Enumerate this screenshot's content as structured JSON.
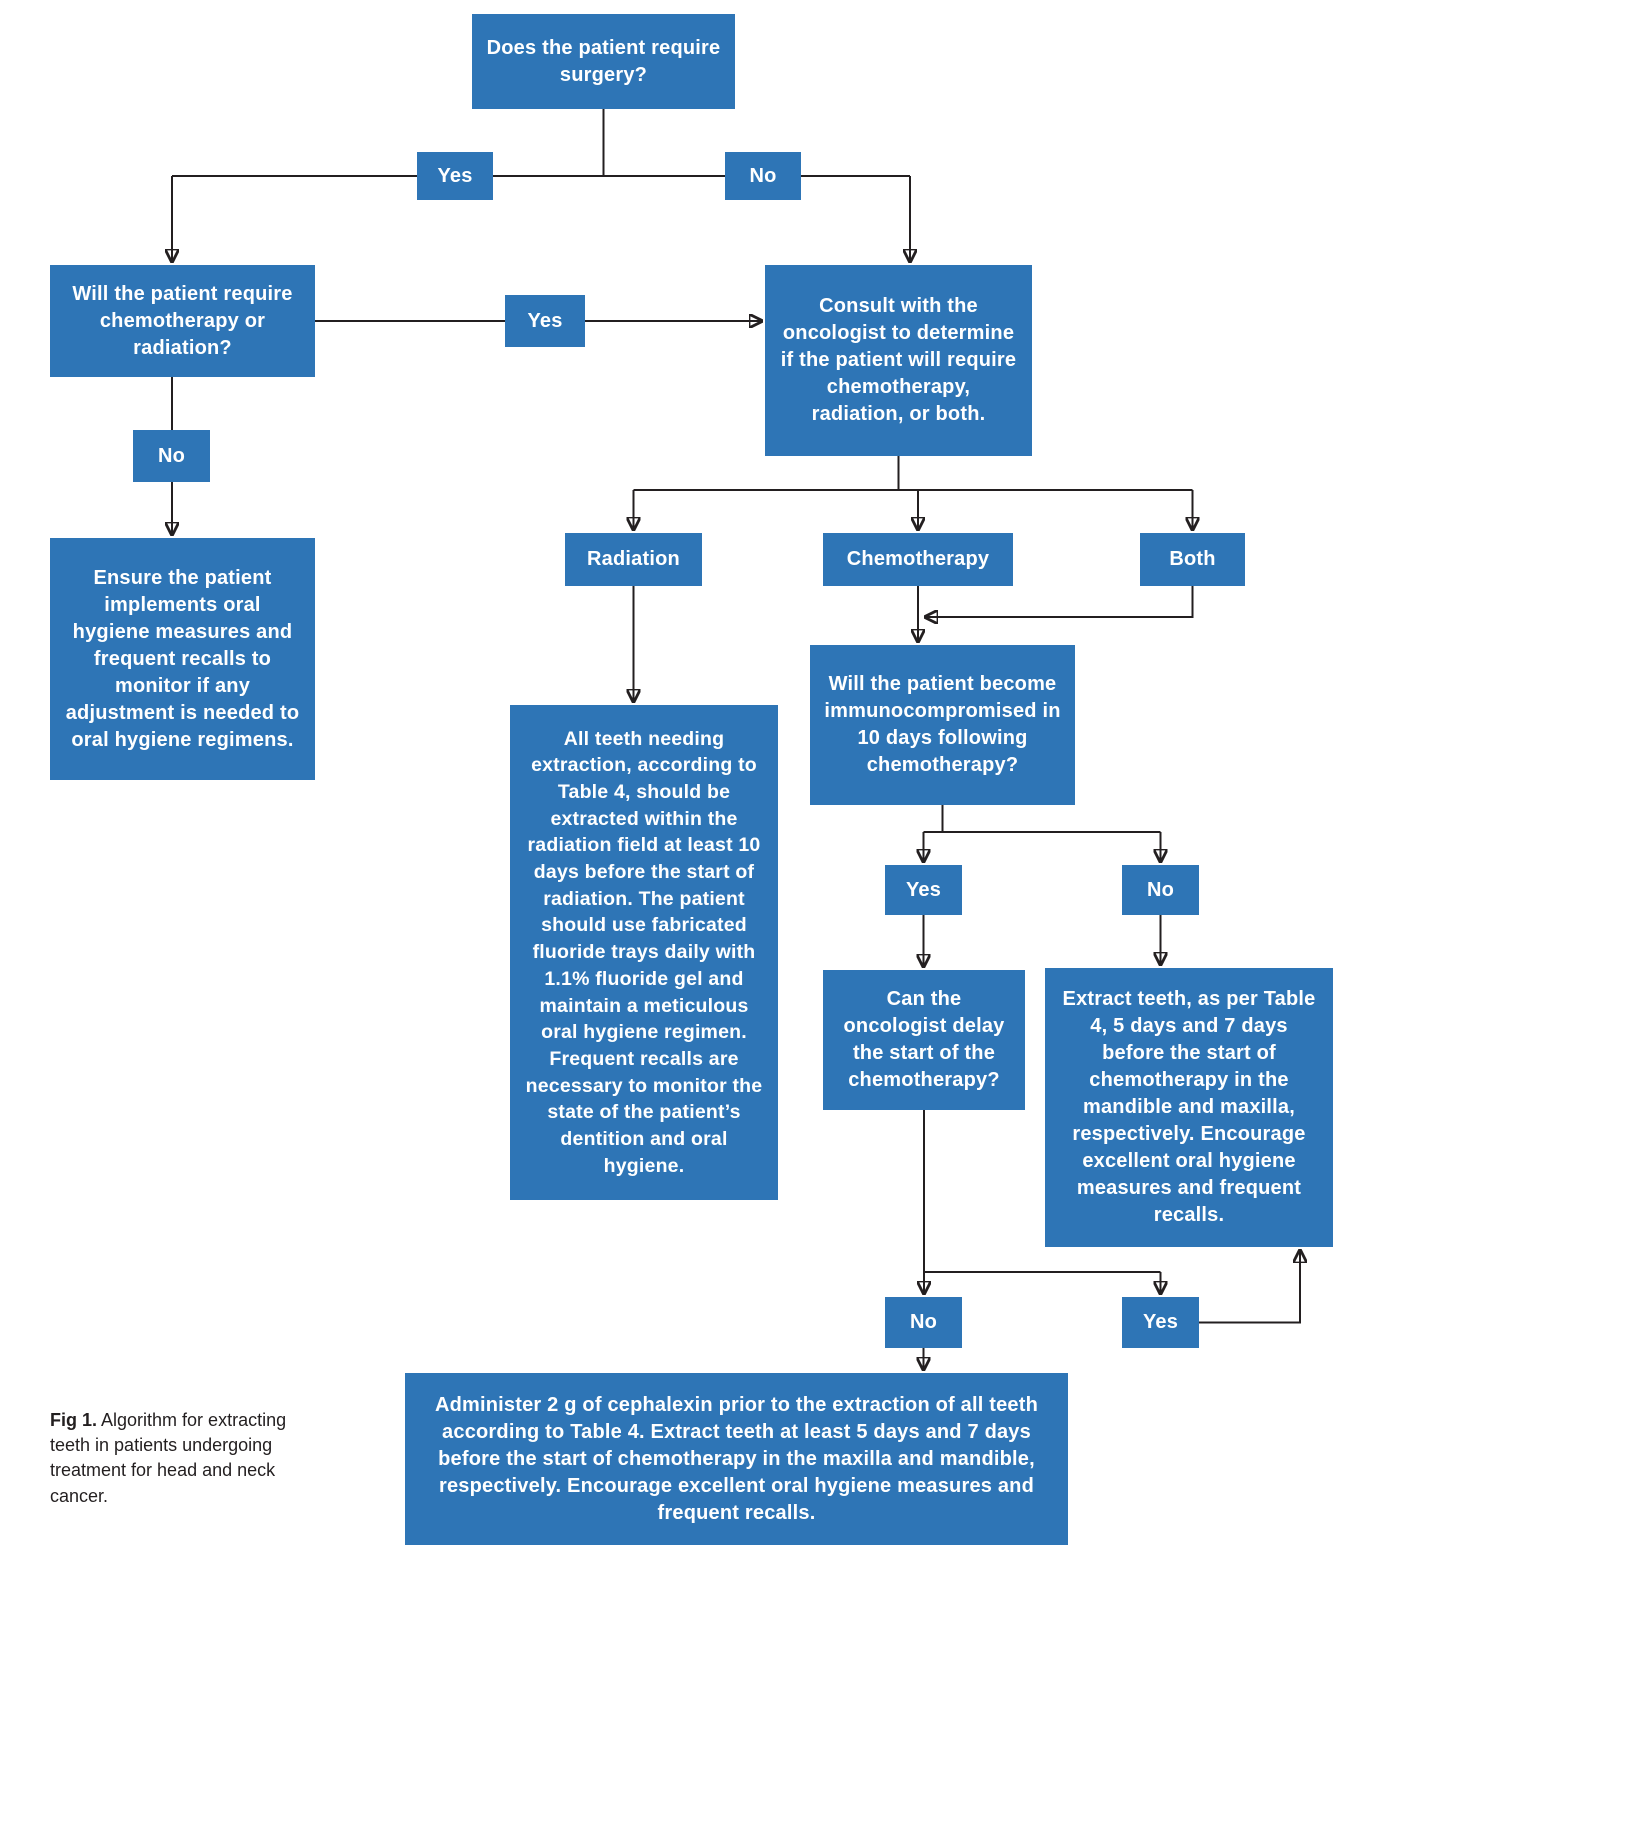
{
  "colors": {
    "box_blue": "#2e75b6",
    "line": "#231f20",
    "box_text": "#ffffff",
    "background": "#ffffff"
  },
  "nodes": {
    "surgery": "Does the patient require surgery?",
    "yes_surgery": "Yes",
    "no_surgery": "No",
    "chemo_rad_question": "Will the patient require chemotherapy or radiation?",
    "yes_chemorad": "Yes",
    "no_chemorad": "No",
    "consult": "Consult with the oncologist to determine if the patient will require chemotherapy, radiation, or both.",
    "ensure": "Ensure the patient implements oral hygiene measures and frequent recalls to monitor if any adjustment is needed to oral hygiene regimens.",
    "radiation": "Radiation",
    "chemotherapy": "Chemotherapy",
    "both": "Both",
    "immuno": "Will the patient become immunocompromised in 10 days following chemotherapy?",
    "all_teeth": "All teeth needing extraction, according to Table 4, should be extracted within the radiation field at least 10 days before the start of radiation. The patient should use fabricated fluoride trays daily with 1.1% fluoride gel and maintain a meticulous oral hygiene regimen. Frequent recalls are necessary to monitor the state of the patient’s dentition and oral hygiene.",
    "yes_immuno": "Yes",
    "no_immuno": "No",
    "can_delay": "Can the oncologist delay the start of the chemotherapy?",
    "extract_before": "Extract teeth, as per Table 4, 5 days and 7 days before the start of chemotherapy in the mandible and maxilla, respectively. Encourage excellent oral hygiene measures and frequent recalls.",
    "no_delay": "No",
    "yes_delay": "Yes",
    "administer": "Administer 2 g of cephalexin prior to the extraction of all teeth according to Table 4. Extract teeth at least 5 days and 7 days before the start of chemotherapy in the maxilla and mandible, respectively. Encourage excellent oral hygiene measures and frequent recalls."
  },
  "edges": [
    {
      "from": "surgery",
      "to": "chemo_rad_question",
      "label": "Yes"
    },
    {
      "from": "surgery",
      "to": "consult",
      "label": "No"
    },
    {
      "from": "chemo_rad_question",
      "to": "consult",
      "label": "Yes"
    },
    {
      "from": "chemo_rad_question",
      "to": "ensure",
      "label": "No"
    },
    {
      "from": "consult",
      "to": "radiation",
      "label": ""
    },
    {
      "from": "consult",
      "to": "chemotherapy",
      "label": ""
    },
    {
      "from": "consult",
      "to": "both",
      "label": ""
    },
    {
      "from": "radiation",
      "to": "all_teeth",
      "label": ""
    },
    {
      "from": "chemotherapy",
      "to": "immuno",
      "label": ""
    },
    {
      "from": "both",
      "to": "immuno",
      "label": ""
    },
    {
      "from": "immuno",
      "to": "can_delay",
      "label": "Yes"
    },
    {
      "from": "immuno",
      "to": "extract_before",
      "label": "No"
    },
    {
      "from": "can_delay",
      "to": "administer",
      "label": "No"
    },
    {
      "from": "can_delay",
      "to": "extract_before",
      "label": "Yes"
    }
  ],
  "caption": {
    "label": "Fig 1.",
    "text": " Algorithm for extracting teeth in patients undergoing treatment for head and neck cancer."
  }
}
